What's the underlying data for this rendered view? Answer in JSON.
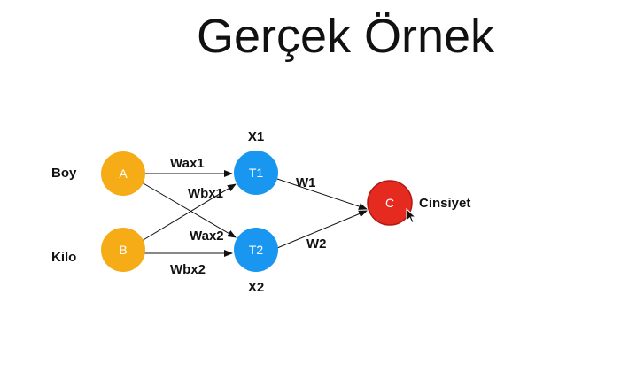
{
  "title": "Gerçek Örnek",
  "colors": {
    "input_node": "#f6ac17",
    "hidden_node": "#1997f0",
    "output_node": "#e52a1f",
    "output_node_stroke": "#b21a12",
    "edge": "#111111",
    "text": "#111111"
  },
  "nodes": {
    "a": "A",
    "b": "B",
    "t1": "T1",
    "t2": "T2",
    "c": "C"
  },
  "labels": {
    "boy": "Boy",
    "kilo": "Kilo",
    "x1": "X1",
    "x2": "X2",
    "cinsiyet": "Cinsiyet"
  },
  "weights": {
    "wax1": "Wax1",
    "wbx1": "Wbx1",
    "wax2": "Wax2",
    "wbx2": "Wbx2",
    "w1": "W1",
    "w2": "W2"
  },
  "cursor_icon": "mouse-pointer-icon"
}
